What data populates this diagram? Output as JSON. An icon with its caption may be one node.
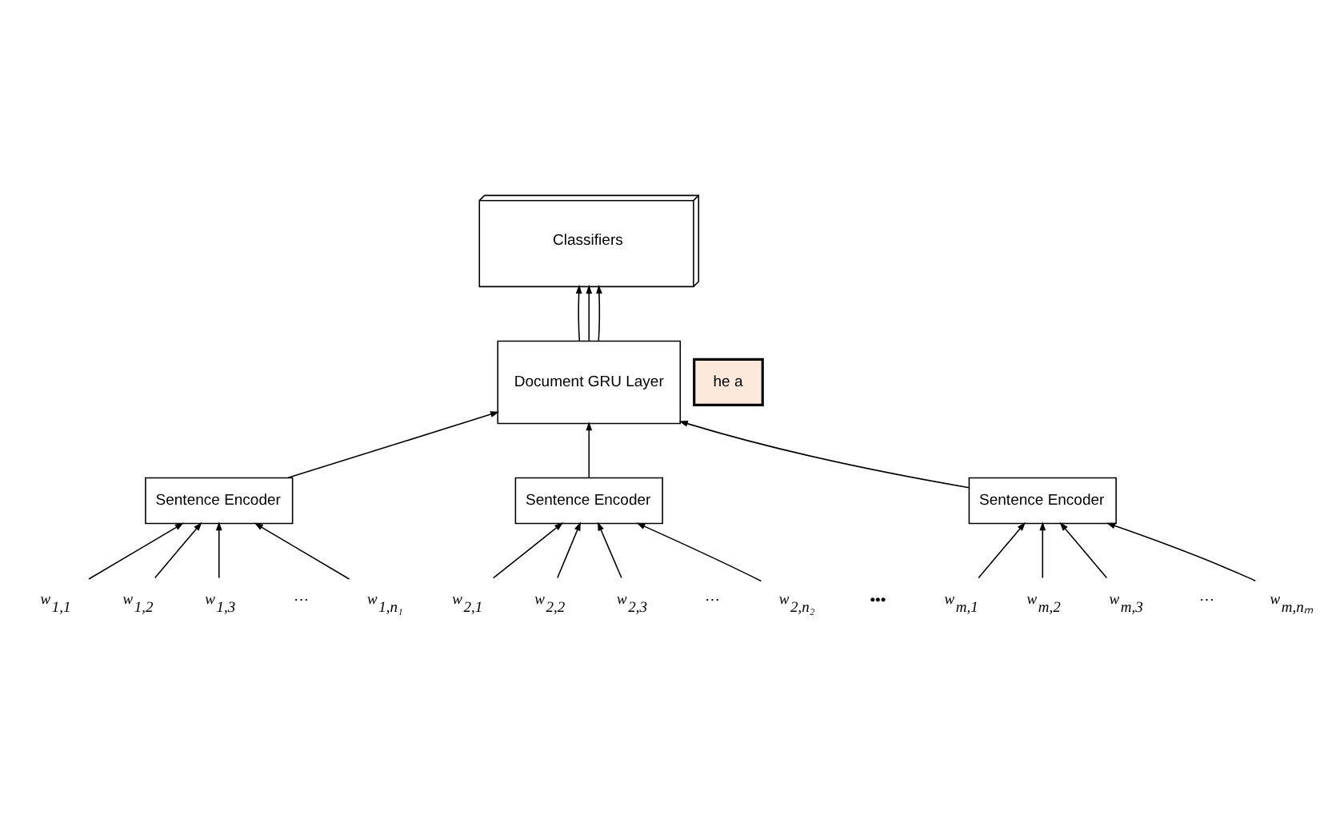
{
  "diagram": {
    "nodes": [
      {
        "text": [
          "Classifiers"
        ]
      },
      {
        "text": [
          "he a"
        ]
      },
      {
        "text": [
          "Document GRU Layer"
        ]
      },
      {
        "text": [
          "Sentence Encoder"
        ]
      },
      {
        "text": [
          "Sentence Encoder"
        ]
      },
      {
        "text": [
          "Sentence Encoder"
        ]
      },
      {
        "text": [
          "w$_{1,1}$"
        ]
      },
      {
        "text": [
          "w$_{1,2}$"
        ]
      },
      {
        "text": [
          "w$_{1,3}$"
        ]
      },
      {
        "text": [
          "w$_{1,n₁}$"
        ]
      },
      {
        "text": [
          "w$_{2,1}$"
        ]
      },
      {
        "text": [
          "w$_{2,2}$"
        ]
      },
      {
        "text": [
          "w$_{2,3}$"
        ]
      },
      {
        "text": [
          "w$_{2,n₂}$"
        ]
      },
      {
        "text": [
          "w$_{m,1}$"
        ]
      },
      {
        "text": [
          "w$_{m,2}$"
        ]
      },
      {
        "text": [
          "w$_{m,3}$"
        ]
      },
      {
        "text": [
          "w$_{m,nₘ}$"
        ]
      }
    ],
    "edges": [
      {
        "from": 6,
        "to": 3,
        "arrow": "to"
      },
      {
        "from": 7,
        "to": 3,
        "arrow": "to"
      },
      {
        "from": 8,
        "to": 3,
        "arrow": "to"
      },
      {
        "from": 9,
        "to": 3,
        "arrow": "to"
      },
      {
        "from": 10,
        "to": 4,
        "arrow": "to"
      },
      {
        "from": 11,
        "to": 4,
        "arrow": "to"
      },
      {
        "from": 12,
        "to": 4,
        "arrow": "to"
      },
      {
        "from": 13,
        "to": 4,
        "arrow": "to"
      },
      {
        "from": 14,
        "to": 5,
        "arrow": "to"
      },
      {
        "from": 15,
        "to": 5,
        "arrow": "to"
      },
      {
        "from": 16,
        "to": 5,
        "arrow": "to"
      },
      {
        "from": 17,
        "to": 5,
        "arrow": "to"
      },
      {
        "from": 3,
        "to": 2,
        "arrow": "to"
      },
      {
        "from": 4,
        "to": 2,
        "arrow": "to"
      },
      {
        "from": 5,
        "to": 2,
        "arrow": "to"
      },
      {
        "from": 2,
        "to": 0,
        "arrow": "to"
      },
      {
        "from": 2,
        "to": 0,
        "arrow": "to"
      },
      {
        "from": 2,
        "to": 0,
        "arrow": "to"
      }
    ],
    "labels": [
      "⋯",
      "⋯",
      "•••",
      "⋯"
    ]
  }
}
